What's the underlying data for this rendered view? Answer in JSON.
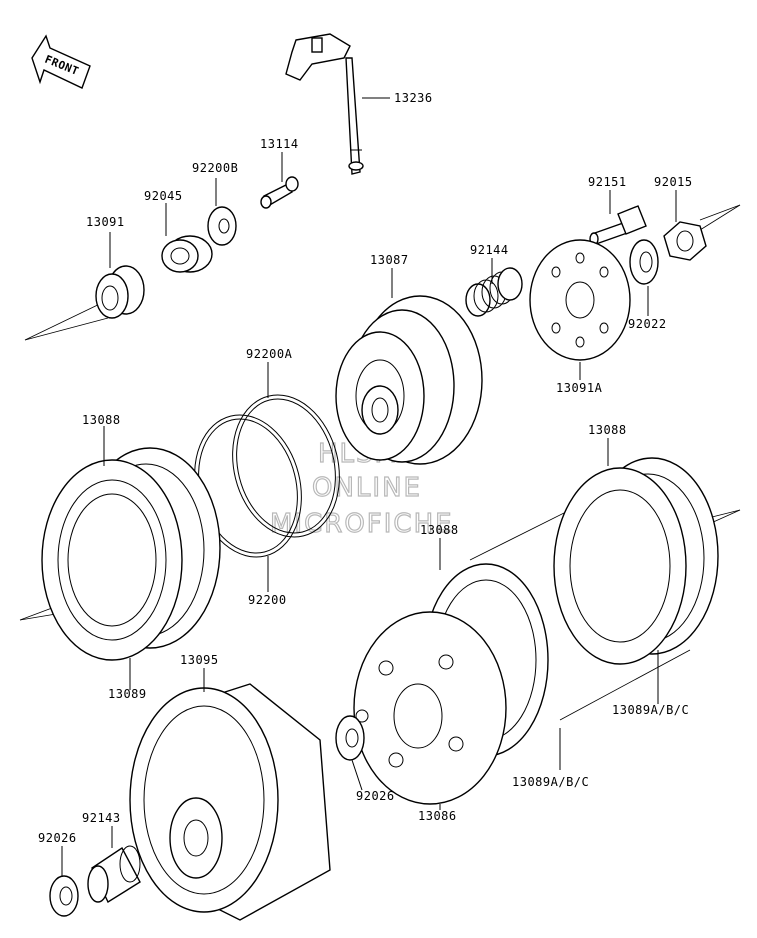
{
  "diagram": {
    "front_label": "FRONT",
    "watermark": [
      "HLSM'S",
      "ONLINE",
      "MICROFICHE"
    ],
    "parts": [
      {
        "id": "13236"
      },
      {
        "id": "13114"
      },
      {
        "id": "92200B"
      },
      {
        "id": "92045"
      },
      {
        "id": "13091"
      },
      {
        "id": "92151"
      },
      {
        "id": "92015"
      },
      {
        "id": "92144"
      },
      {
        "id": "13087"
      },
      {
        "id": "92022"
      },
      {
        "id": "13091A"
      },
      {
        "id": "92200A"
      },
      {
        "id": "13088"
      },
      {
        "id": "13088"
      },
      {
        "id": "13088"
      },
      {
        "id": "92200"
      },
      {
        "id": "13089"
      },
      {
        "id": "13095"
      },
      {
        "id": "13089A/B/C"
      },
      {
        "id": "13089A/B/C"
      },
      {
        "id": "92026"
      },
      {
        "id": "13086"
      },
      {
        "id": "92143"
      },
      {
        "id": "92026"
      }
    ]
  }
}
